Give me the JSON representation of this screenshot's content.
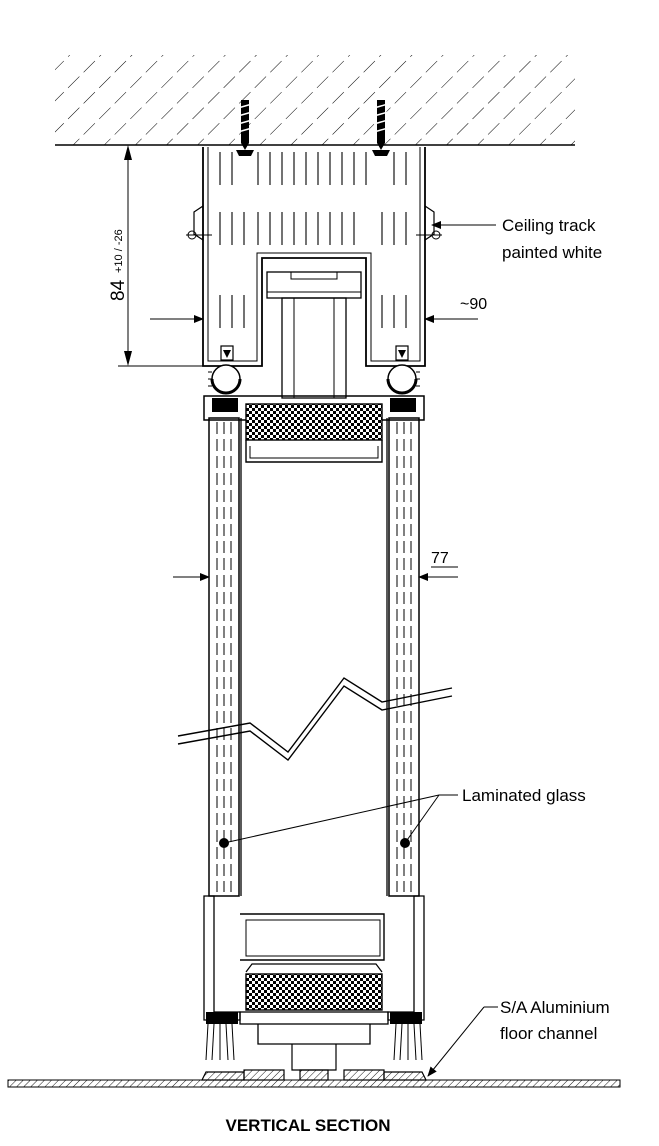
{
  "title": "VERTICAL SECTION",
  "dimensions": {
    "height_main": "84",
    "height_tolerance": "+10 / -26",
    "track_width": "~90",
    "panel_width": "77"
  },
  "callouts": {
    "ceiling_track_line1": "Ceiling track",
    "ceiling_track_line2": "painted white",
    "laminated_glass": "Laminated glass",
    "floor_channel_line1": "S/A Aluminium",
    "floor_channel_line2": "floor channel"
  },
  "colors": {
    "line": "#000000",
    "background": "#ffffff"
  }
}
